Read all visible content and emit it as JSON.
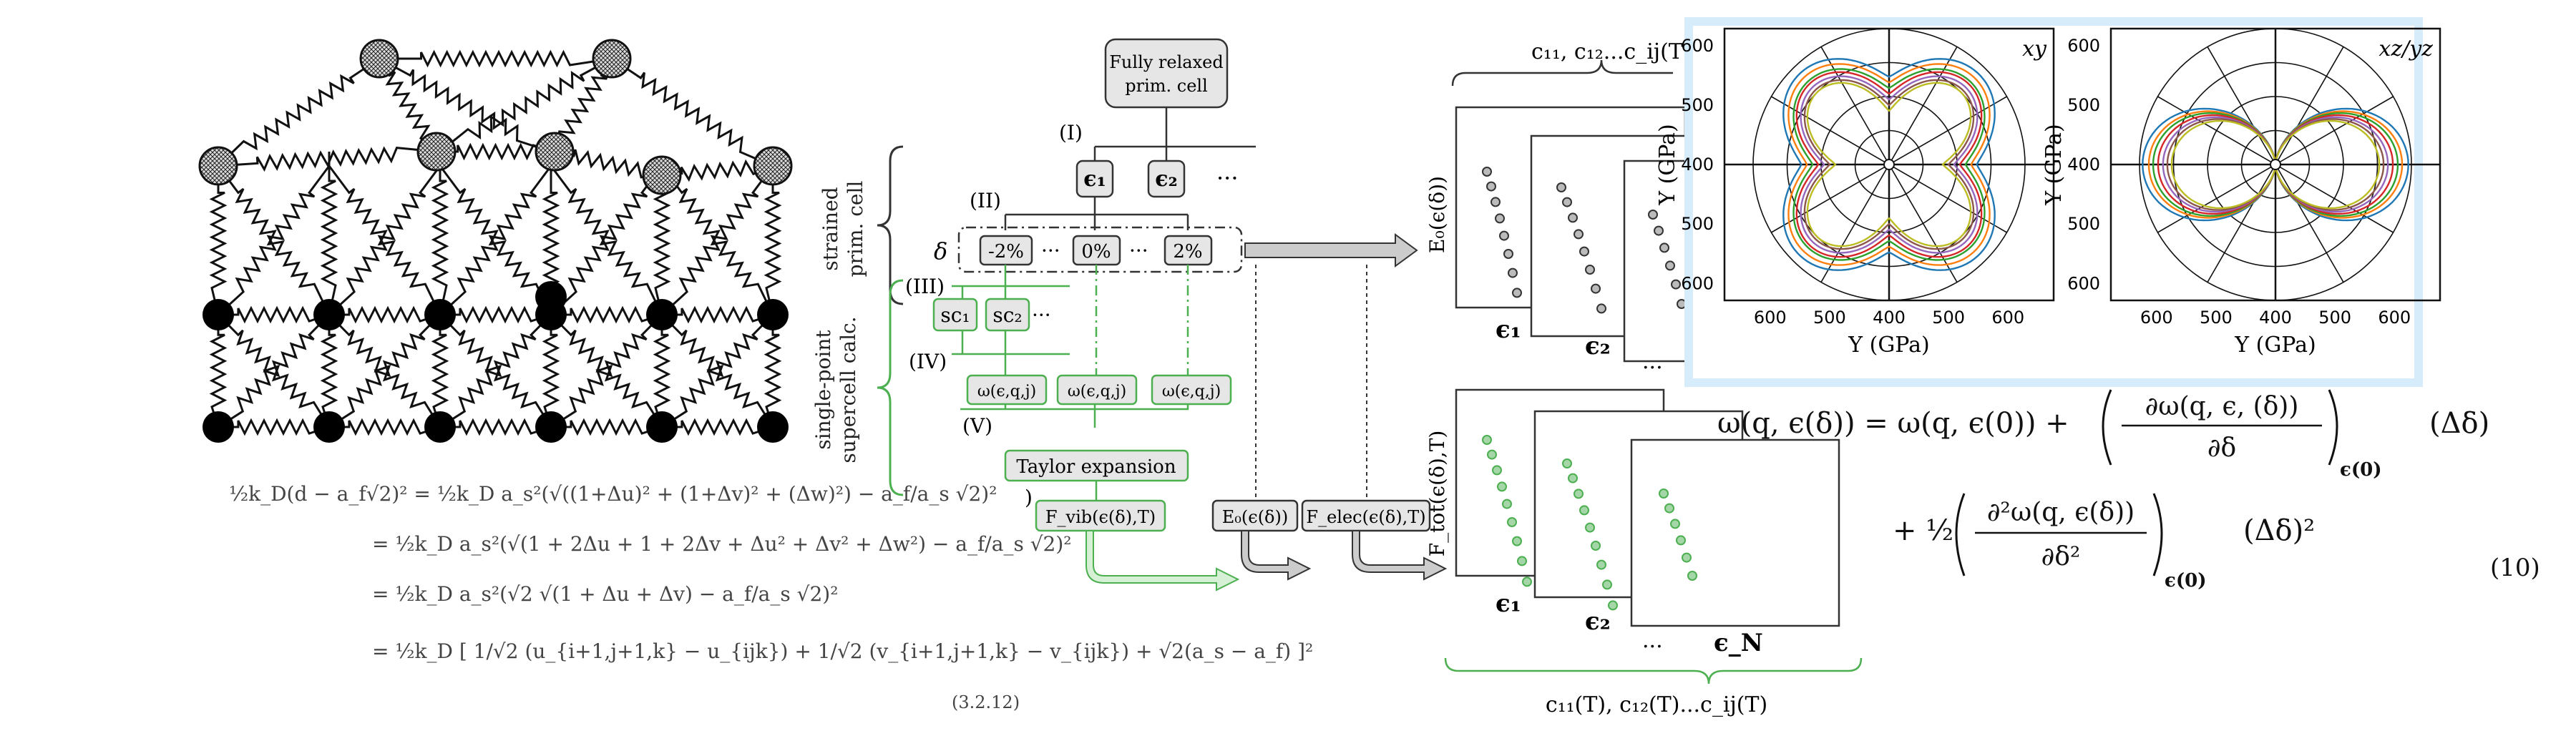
{
  "colors": {
    "green": "#4caf50",
    "box_fill": "#e6e6e6",
    "highlight_border": "#d6ecfb",
    "series": [
      "#1f77b4",
      "#ff7f0e",
      "#2ca02c",
      "#d62728",
      "#9467bd",
      "#8c564b",
      "#bcbd22"
    ]
  },
  "lattice_equation": {
    "lines": [
      "½k_D(d − a_f√2)² = ½k_D a_s²(√((1+Δu)² + (1+Δv)² + (Δw)²) − a_f/a_s √2)²",
      "= ½k_D a_s²(√(1 + 2Δu + 1 + 2Δv + Δu² + Δv² + Δw²) − a_f/a_s √2)²",
      "= ½k_D a_s²(√2 √(1 + Δu + Δv) − a_f/a_s √2)²",
      "= ½k_D [ 1/√2 (u_{i+1,j+1,k} − u_{ijk}) + 1/√2 (v_{i+1,j+1,k} − v_{ijk}) + √2(a_s − a_f) ]²"
    ],
    "number": "(3.2.12)"
  },
  "workflow": {
    "top_box": [
      "Fully relaxed",
      "prim. cell"
    ],
    "step_labels": [
      "(I)",
      "(II)",
      "(III)",
      "(IV)",
      "(V)",
      ")"
    ],
    "strain_boxes": [
      "ϵ₁",
      "ϵ₂"
    ],
    "ellipsis": "···",
    "delta_symbol": "δ",
    "delta_boxes": [
      "-2%",
      "0%",
      "2%"
    ],
    "sc_boxes": [
      "sc₁",
      "sc₂"
    ],
    "omega_boxes": [
      "ω(ϵ,q,j)",
      "ω(ϵ,q,j)",
      "ω(ϵ,q,j)"
    ],
    "taylor_label": "Taylor expansion",
    "fvib_label": "F_vib(ϵ(δ),T)",
    "e0_label": "E₀(ϵ(δ))",
    "felec_label": "F_elec(ϵ(δ),T)",
    "brace_top": [
      "strained",
      "prim. cell"
    ],
    "brace_bottom": [
      "single-point",
      "supercell calc."
    ]
  },
  "energy_panels": {
    "top_title": "c₁₁, c₁₂...c_ij(T",
    "top_ylabel": "E₀(ϵ(δ))",
    "top_xlabels": [
      "ϵ₁",
      "ϵ₂",
      "..."
    ],
    "bottom_ylabel": "F_tot(ϵ(δ),T)",
    "bottom_xlabels": [
      "ϵ₁",
      "ϵ₂",
      "...",
      "ϵ_N"
    ],
    "bottom_title": "c₁₁(T), c₁₂(T)...c_ij(T)"
  },
  "chart_data": [
    {
      "type": "polar",
      "corner_label": "xy",
      "xlabel": "Y (GPa)",
      "ylabel": "Y (GPa)",
      "radial_ticks": [
        400,
        500,
        600
      ],
      "y_tick_labels": [
        "600",
        "500",
        "400",
        "500",
        "600"
      ],
      "x_tick_labels": [
        "600",
        "500",
        "400",
        "500",
        "600"
      ],
      "shape": "four-lobed",
      "series": [
        {
          "min": 555,
          "max": 625
        },
        {
          "min": 545,
          "max": 615
        },
        {
          "min": 535,
          "max": 605
        },
        {
          "min": 525,
          "max": 600
        },
        {
          "min": 515,
          "max": 592
        },
        {
          "min": 505,
          "max": 585
        },
        {
          "min": 495,
          "max": 580
        }
      ]
    },
    {
      "type": "polar",
      "corner_label": "xz/yz",
      "xlabel": "Y (GPa)",
      "ylabel": "Y (GPa)",
      "radial_ticks": [
        400,
        500,
        600
      ],
      "y_tick_labels": [
        "600",
        "500",
        "400",
        "500",
        "600"
      ],
      "x_tick_labels": [
        "600",
        "500",
        "400",
        "500",
        "600"
      ],
      "shape": "figure-eight",
      "series": [
        {
          "min": 400,
          "max": 615
        },
        {
          "min": 400,
          "max": 605
        },
        {
          "min": 400,
          "max": 598
        },
        {
          "min": 400,
          "max": 590
        },
        {
          "min": 400,
          "max": 582
        },
        {
          "min": 400,
          "max": 575
        },
        {
          "min": 400,
          "max": 568
        }
      ]
    }
  ],
  "taylor_equation": {
    "line1_lhs": "ω(q, ϵ(δ)) = ω(q, ϵ(0)) +",
    "line1_num": "∂ω(q, ϵ, (δ))",
    "line1_den": "∂δ",
    "line1_sub": "ϵ(0)",
    "line1_tail": "(Δδ)",
    "line2_lead": "+ ½",
    "line2_num": "∂²ω(q, ϵ(δ))",
    "line2_den": "∂δ²",
    "line2_sub": "ϵ(0)",
    "line2_tail": "(Δδ)²",
    "number": "(10)"
  }
}
